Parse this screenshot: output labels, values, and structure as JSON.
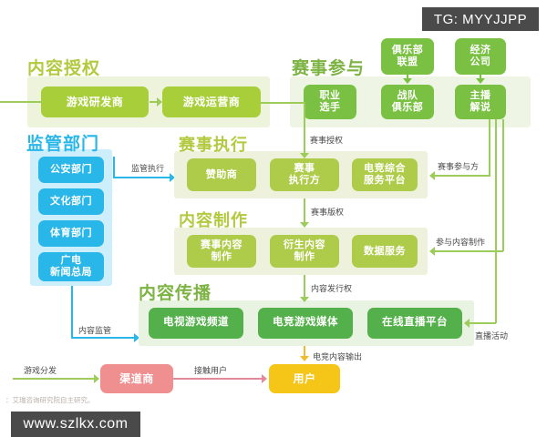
{
  "watermarks": {
    "telegram": "TG: MYYJJPP",
    "site": "www.szlkx.com"
  },
  "footnote": "：艾瑞咨询研究院自主研究。",
  "colors": {
    "yellow_green": "#a8cf3a",
    "yellow_green_panel": "#eef3dc",
    "mid_green": "#8cc63f",
    "mid_green_panel": "#eef5e4",
    "olive_green": "#aecb49",
    "olive_panel": "#eef2dd",
    "dark_green": "#54b04a",
    "dark_green_panel": "#e9f3e2",
    "blue": "#29b6e8",
    "blue_panel": "#cdeefb",
    "pink": "#ef8f8f",
    "yellow": "#f5c518",
    "title_olive": "#b3c93f",
    "title_green": "#7cb342",
    "title_blue": "#29b6e8",
    "line_green": "#9ccc5a",
    "line_blue": "#29b6e8",
    "line_pink": "#e08a9a",
    "line_yellow": "#f0bc2e"
  },
  "groups": {
    "content_authorization": {
      "title": "内容授权",
      "nodes": [
        {
          "label": "游戏研发商"
        },
        {
          "label": "游戏运营商"
        }
      ]
    },
    "event_participation": {
      "title": "赛事参与",
      "outer_nodes": [
        {
          "label": "俱乐部\n联盟",
          "line1": "俱乐部",
          "line2": "联盟"
        },
        {
          "label": "经济\n公司",
          "line1": "经济",
          "line2": "公司"
        }
      ],
      "nodes": [
        {
          "line1": "职业",
          "line2": "选手"
        },
        {
          "line1": "战队",
          "line2": "俱乐部"
        },
        {
          "line1": "主播",
          "line2": "解说"
        }
      ]
    },
    "regulators": {
      "title": "监管部门",
      "nodes": [
        {
          "line1": "公安部门",
          "line2": ""
        },
        {
          "line1": "文化部门",
          "line2": ""
        },
        {
          "line1": "体育部门",
          "line2": ""
        },
        {
          "line1": "广电",
          "line2": "新闻总局"
        }
      ]
    },
    "event_execution": {
      "title": "赛事执行",
      "nodes": [
        {
          "line1": "赞助商",
          "line2": ""
        },
        {
          "line1": "赛事",
          "line2": "执行方"
        },
        {
          "line1": "电竞综合",
          "line2": "服务平台"
        }
      ]
    },
    "content_production": {
      "title": "内容制作",
      "nodes": [
        {
          "line1": "赛事内容",
          "line2": "制作"
        },
        {
          "line1": "衍生内容",
          "line2": "制作"
        },
        {
          "line1": "数据服务",
          "line2": ""
        }
      ]
    },
    "content_distribution": {
      "title": "内容传播",
      "nodes": [
        {
          "label": "电视游戏频道"
        },
        {
          "label": "电竞游戏媒体"
        },
        {
          "label": "在线直播平台"
        }
      ]
    },
    "bottom": {
      "channel": {
        "label": "渠道商"
      },
      "user": {
        "label": "用户"
      }
    }
  },
  "edge_labels": {
    "regulatory_execution": "监管执行",
    "content_supervision": "内容监管",
    "event_authorization": "赛事授权",
    "event_copyright": "赛事版权",
    "content_publishing_right": "内容发行权",
    "event_participants": "赛事参与方",
    "participate_in_production": "参与内容制作",
    "live_events": "直播活动",
    "game_distribution": "游戏分发",
    "reach_users": "接触用户",
    "esports_content_output": "电竞内容输出"
  }
}
